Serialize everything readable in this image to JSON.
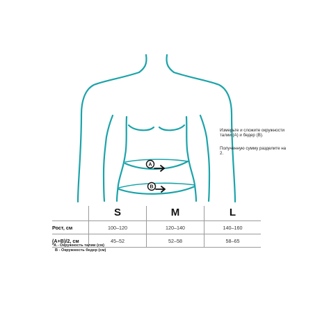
{
  "markers": {
    "a": "A",
    "b": "B"
  },
  "instructions": {
    "line1": "Измерьте и сложите окружности талии (А) и бедер (В).",
    "line2": "Полученную сумму разделите на 2."
  },
  "table": {
    "sizes": [
      "S",
      "M",
      "L"
    ],
    "rows": [
      {
        "label": "Рост, см",
        "values": [
          "100–120",
          "120–140",
          "140–160"
        ]
      },
      {
        "label": "(A+B)/2, см",
        "values": [
          "45–52",
          "52–58",
          "58–65"
        ]
      }
    ]
  },
  "legend": {
    "a": "*A - Окружность талии (см)",
    "b": "B - Окружность бедер (см)"
  },
  "colors": {
    "outline": "#1ba3a9",
    "arrow": "#111111"
  }
}
